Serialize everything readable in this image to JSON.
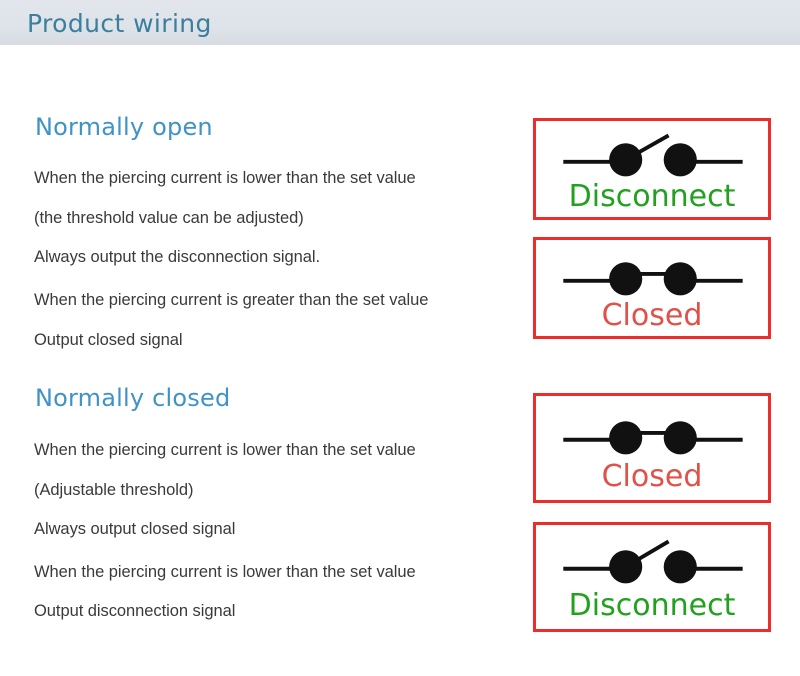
{
  "header": {
    "title": "Product wiring",
    "background_color": "#e0e5eb",
    "text_color": "#3b7f9c"
  },
  "colors": {
    "heading": "#3f93c6",
    "body_text": "#3a3a3a",
    "box_border": "#ec2d2a",
    "disconnect_label": "#22a11e",
    "closed_label": "#e0514a",
    "switch_stroke": "#111111"
  },
  "sections": [
    {
      "id": "normally-open",
      "heading": "Normally open",
      "lines": [
        "When the piercing current is lower than the set value",
        "(the threshold value can be adjusted)",
        "Always output the disconnection signal.",
        "When the piercing current is greater than the set value",
        "Output closed signal"
      ]
    },
    {
      "id": "normally-closed",
      "heading": "Normally closed",
      "lines": [
        "When the piercing current is lower than the set value",
        "(Adjustable threshold)",
        "Always output closed signal",
        "When the piercing current is lower than the set value",
        "Output disconnection signal"
      ]
    }
  ],
  "diagrams": [
    {
      "id": "no-open-state",
      "state": "open",
      "label": "Disconnect",
      "label_color": "#22a11e"
    },
    {
      "id": "no-closed-state",
      "state": "closed",
      "label": "Closed",
      "label_color": "#e0514a"
    },
    {
      "id": "nc-closed-state",
      "state": "closed",
      "label": "Closed",
      "label_color": "#e0514a"
    },
    {
      "id": "nc-open-state",
      "state": "open",
      "label": "Disconnect",
      "label_color": "#22a11e"
    }
  ]
}
